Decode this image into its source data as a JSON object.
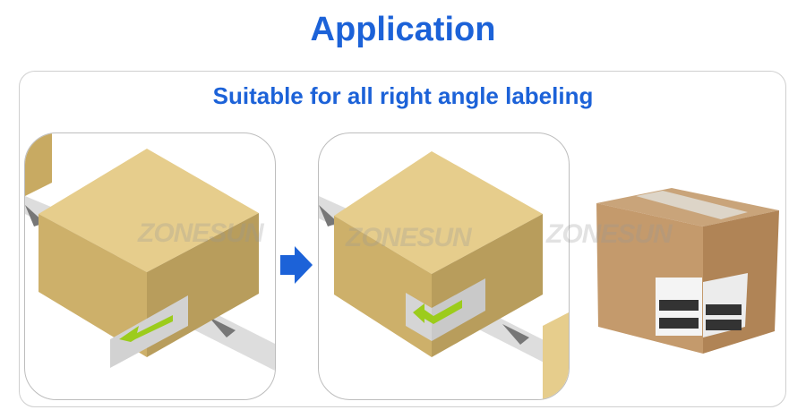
{
  "header": {
    "title": "Application"
  },
  "content": {
    "subtitle": "Suitable for all right angle labeling",
    "watermark": "ZONESUN",
    "panels": [
      {
        "name": "before-labeling",
        "step_icon": "next-arrow-icon"
      },
      {
        "name": "after-labeling"
      },
      {
        "name": "labeled-carton-photo"
      }
    ]
  },
  "colors": {
    "accent": "#1c62d8",
    "box_top": "#e6cd8c",
    "box_left": "#cdb06a",
    "box_right": "#b89d5c",
    "label_arrow": "#9ccc1c"
  }
}
